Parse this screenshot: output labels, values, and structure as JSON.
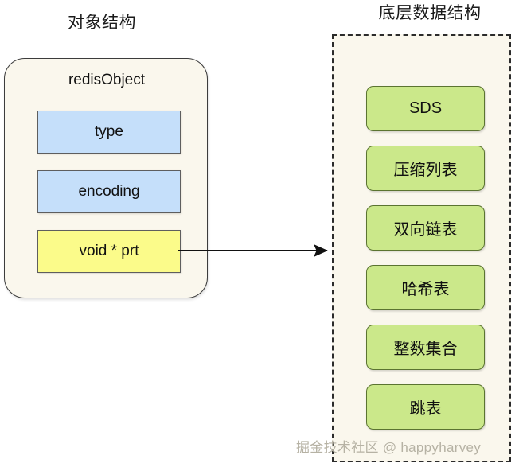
{
  "panels": {
    "left": {
      "title": "对象结构",
      "card": {
        "title": "redisObject",
        "fields": [
          {
            "label": "type",
            "color": "#c5dffa"
          },
          {
            "label": "encoding",
            "color": "#c5dffa"
          },
          {
            "label": "void * prt",
            "color": "#fbfb8a"
          }
        ]
      }
    },
    "right": {
      "title": "底层数据结构",
      "items": [
        {
          "label": "SDS"
        },
        {
          "label": "压缩列表"
        },
        {
          "label": "双向链表"
        },
        {
          "label": "哈希表"
        },
        {
          "label": "整数集合"
        },
        {
          "label": "跳表"
        }
      ]
    }
  },
  "connector": {
    "name": "pointer-arrow",
    "from": "void * prt",
    "to": "底层数据结构"
  },
  "watermark": {
    "text": "掘金技术社区 @ happyharvey"
  },
  "colors": {
    "panel_background": "#faf7ed",
    "box_blue": "#c5dffa",
    "box_yellow": "#fbfb8a",
    "box_green": "#cbe88a",
    "green_border": "#5b7431",
    "card_border": "#3c3c3c",
    "dashed_border": "#2b2b2b",
    "text": "#111111",
    "watermark": "#b6b2a4",
    "canvas": "#ffffff"
  }
}
